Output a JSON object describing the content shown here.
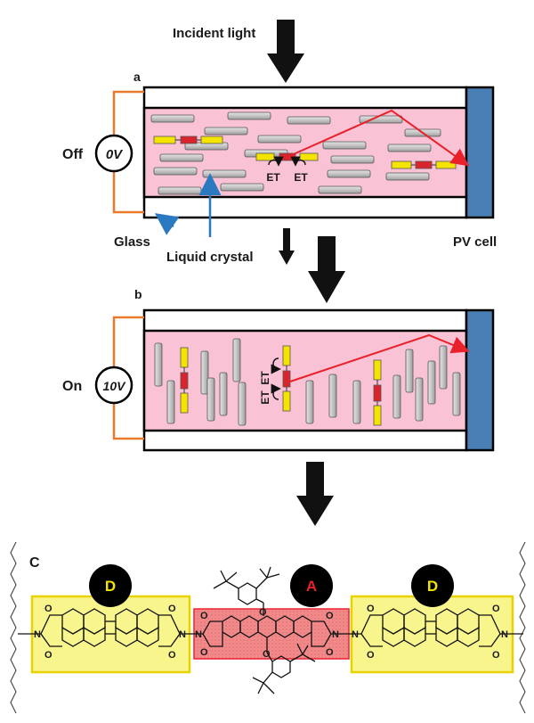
{
  "panel_a": {
    "label": "a",
    "incident_light": "Incident light",
    "state": "Off",
    "voltage": "0V",
    "et_left": "ET",
    "et_right": "ET",
    "glass": "Glass",
    "liquid_crystal": "Liquid crystal",
    "pv_cell": "PV cell"
  },
  "panel_b": {
    "label": "b",
    "state": "On",
    "voltage": "10V",
    "et_top": "ET",
    "et_bottom": "ET"
  },
  "panel_c": {
    "label": "C",
    "donor_left": "D",
    "acceptor": "A",
    "donor_right": "D",
    "atoms_o": "O",
    "atoms_n": "N"
  },
  "colors": {
    "lc_fill": "#f9c3d5",
    "dye_yellow": "#f5e400",
    "dye_red": "#d8242a",
    "pv_blue": "#4a7fb5",
    "wire_orange": "#e87a2a",
    "ray_red": "#e8212a",
    "label_arrow_blue": "#2b79c1"
  }
}
